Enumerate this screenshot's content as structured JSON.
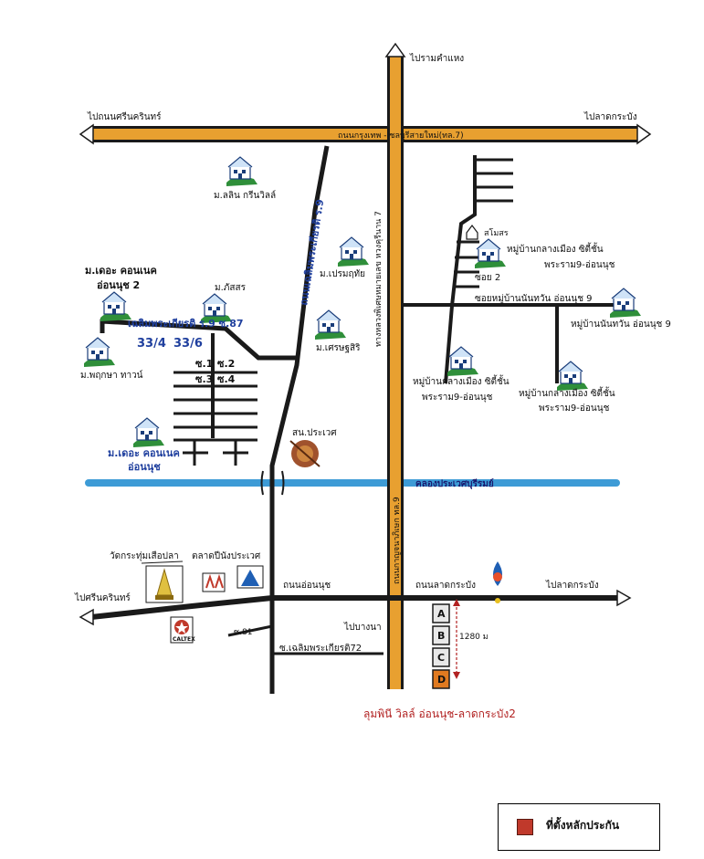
{
  "colors": {
    "highway": "#e8a030",
    "road": "#1a1a1a",
    "canal": "#3d9bd6",
    "legend_marker": "#c0392b",
    "destination": "#b22222"
  },
  "roads": {
    "pram_kham_haeng": "ไปรามคำแหง",
    "nonsrinakarin": "ไปถนนศรีนครินทร์",
    "latkrabang_top": "ไปลาดกระบัง",
    "highway_7_name": "ถนนกรุงเทพ - ชลบุรีสายใหม่(ทล.7)",
    "motorway7_side": "ทางหลวงพิเศษหมายเลข หวงคุรีนาน 7",
    "chalermprakiat_9": "ถนนเฉลิมพระเกียรติ ร.9",
    "chalerm_soi87": "เฉลิมพระเกียรติ ร.9 ซ.87",
    "kanchanaphisek": "ถนนกาญจนาภิเษก ทล.9",
    "on_nut_road": "ถนนอ่อนนุช",
    "lat_krabang_road": "ถนนลาดกระบัง",
    "to_srinakarin": "ไปศรีนครินทร์",
    "to_latkrabang": "ไปลาดกระบัง",
    "to_bangna": "ไปบางนา",
    "soi_81": "ซ.81",
    "chalerm72": "ซ.เฉลิมพระเกียรติ72",
    "soi_2": "ซอย 2",
    "soi_mooban_nanthawan": "ซอยหมู่บ้านนันทวัน อ่อนนุช 9",
    "canal_name": "คลองประเวศบุรีรมย์"
  },
  "places": {
    "lalin_green_ville": "ม.ลลิน กรีนวิลล์",
    "premruethai": "ม.เปรมฤทัย",
    "the_connect_2_line1": "ม.เดอะ คอนเนค",
    "the_connect_2_line2": "อ่อนนุช 2",
    "phatthara": "ม.ภัสสร",
    "num_33_4": "33/4",
    "num_33_6": "33/6",
    "phruksa_town": "ม.พฤกษา ทาวน์",
    "soi_1": "ซ.1",
    "soi_2b": "ซ.2",
    "soi_3": "ซ.3",
    "soi_4": "ซ.4",
    "setthasiri": "ม.เศรษฐสิริ",
    "the_connect_line1": "ม.เดอะ คอนเนค",
    "the_connect_line2": "อ่อนนุช",
    "police_prawet": "สน.ประเวศ",
    "samothon": "สโมสร",
    "klang_muang_line1": "หมู่บ้านกลางเมือง ซิตี้ชั้น",
    "klang_muang_line2": "พระราม9-อ่อนนุช",
    "nanthawan": "หมู่บ้านนันทวัน อ่อนนุช 9",
    "klang_muang2_line1": "หมู่บ้านกลางเมือง ซิตี้ชั้น",
    "klang_muang2_line2": "พระราม9-อ่อนนุช",
    "klang_muang3_line1": "หมู่บ้านกลางเมือง ซิตี้ชั้น",
    "klang_muang3_line2": "พระราม9-อ่อนนุช",
    "wat_krathum": "วัดกระทุ่มเสือปลา",
    "talat_prawet": "ตลาดปีนังประเวศ",
    "caltex": "CALTEX",
    "distance": "1280 ม",
    "block_a": "A",
    "block_b": "B",
    "block_c": "C",
    "block_d": "D",
    "destination": "ลุมพินี วิลล์ อ่อนนุช-ลาดกระบัง2"
  },
  "legend": {
    "label": "ที่ตั้งหลักประกัน"
  }
}
